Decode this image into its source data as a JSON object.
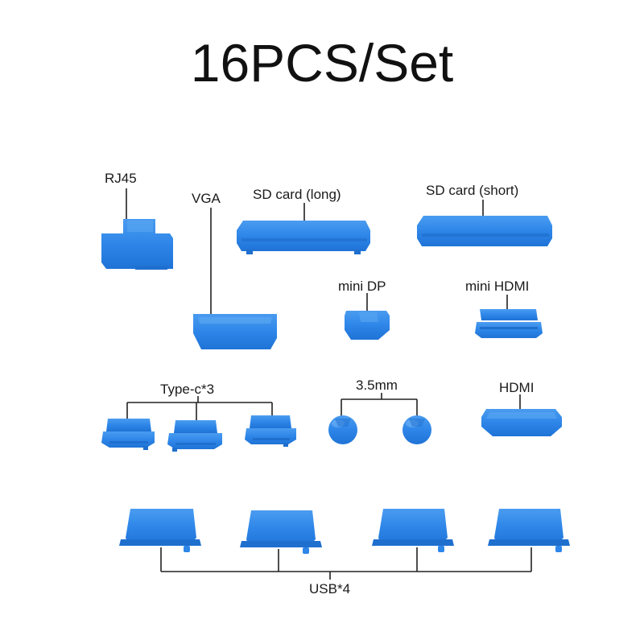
{
  "title": "16PCS/Set",
  "colors": {
    "plug_blue": "#2e86e8",
    "plug_light": "#5aa6f2",
    "plug_dark": "#1f6fcf",
    "line": "#222222"
  },
  "labels": {
    "rj45": "RJ45",
    "vga": "VGA",
    "sd_long": "SD card (long)",
    "sd_short": "SD card (short)",
    "mini_dp": "mini DP",
    "mini_hdmi": "mini HDMI",
    "type_c": "Type-c*3",
    "audio": "3.5mm",
    "hdmi": "HDMI",
    "usb": "USB*4"
  }
}
